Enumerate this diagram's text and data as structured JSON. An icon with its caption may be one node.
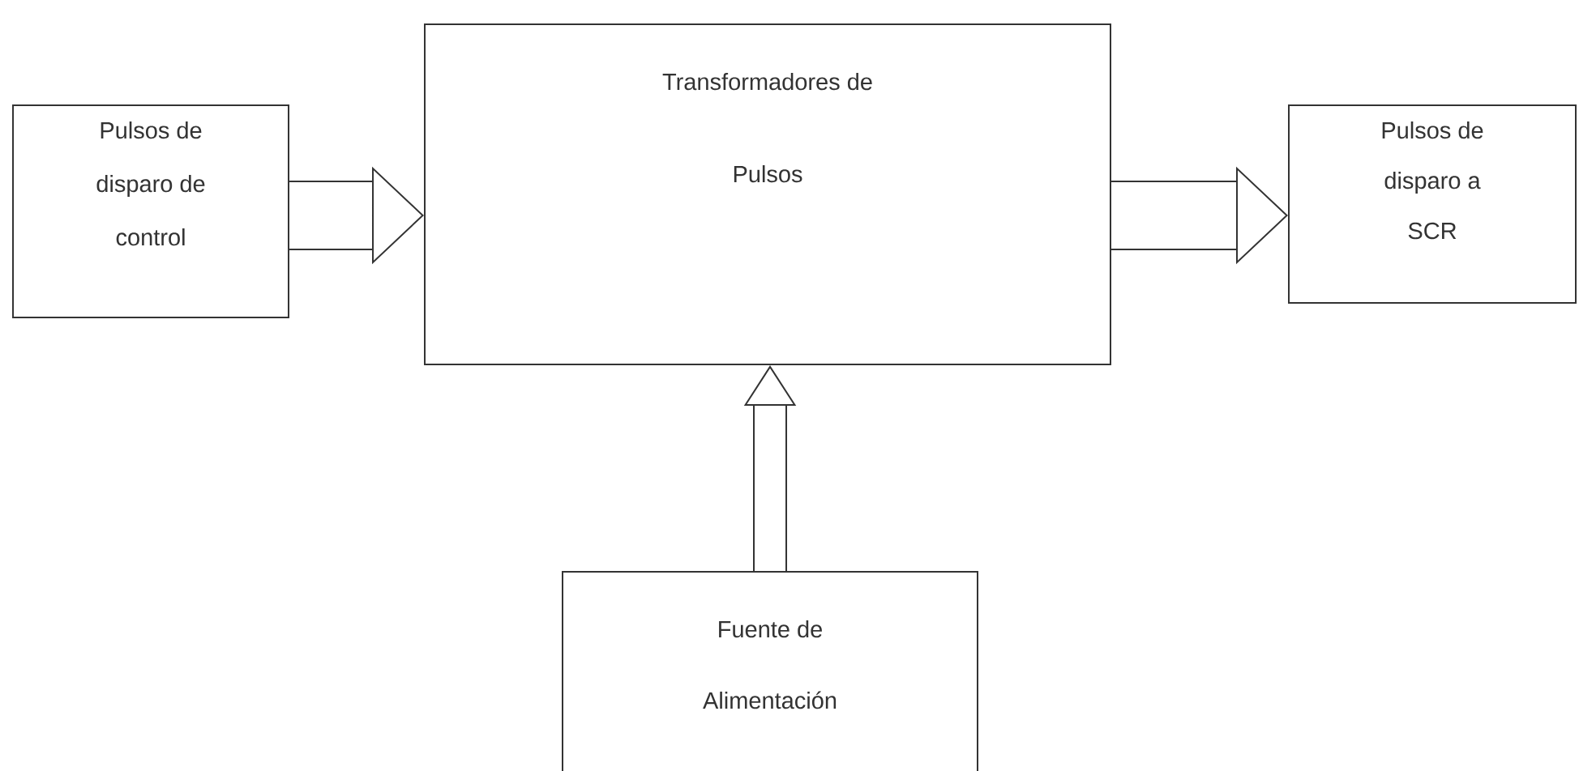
{
  "diagram": {
    "nodes": [
      {
        "text": [
          "Pulsos de disparo de control"
        ]
      },
      {
        "text": [
          "Transformadores de Pulsos"
        ]
      },
      {
        "text": [
          "Pulsos de disparo a SCR"
        ]
      },
      {
        "text": [
          "Fuente de Alimentación"
        ]
      }
    ],
    "edges": [
      {
        "from": 0,
        "to": 1,
        "arrow": "to"
      },
      {
        "from": 1,
        "to": 2,
        "arrow": "to"
      },
      {
        "from": 3,
        "to": 1,
        "arrow": "to"
      }
    ]
  }
}
